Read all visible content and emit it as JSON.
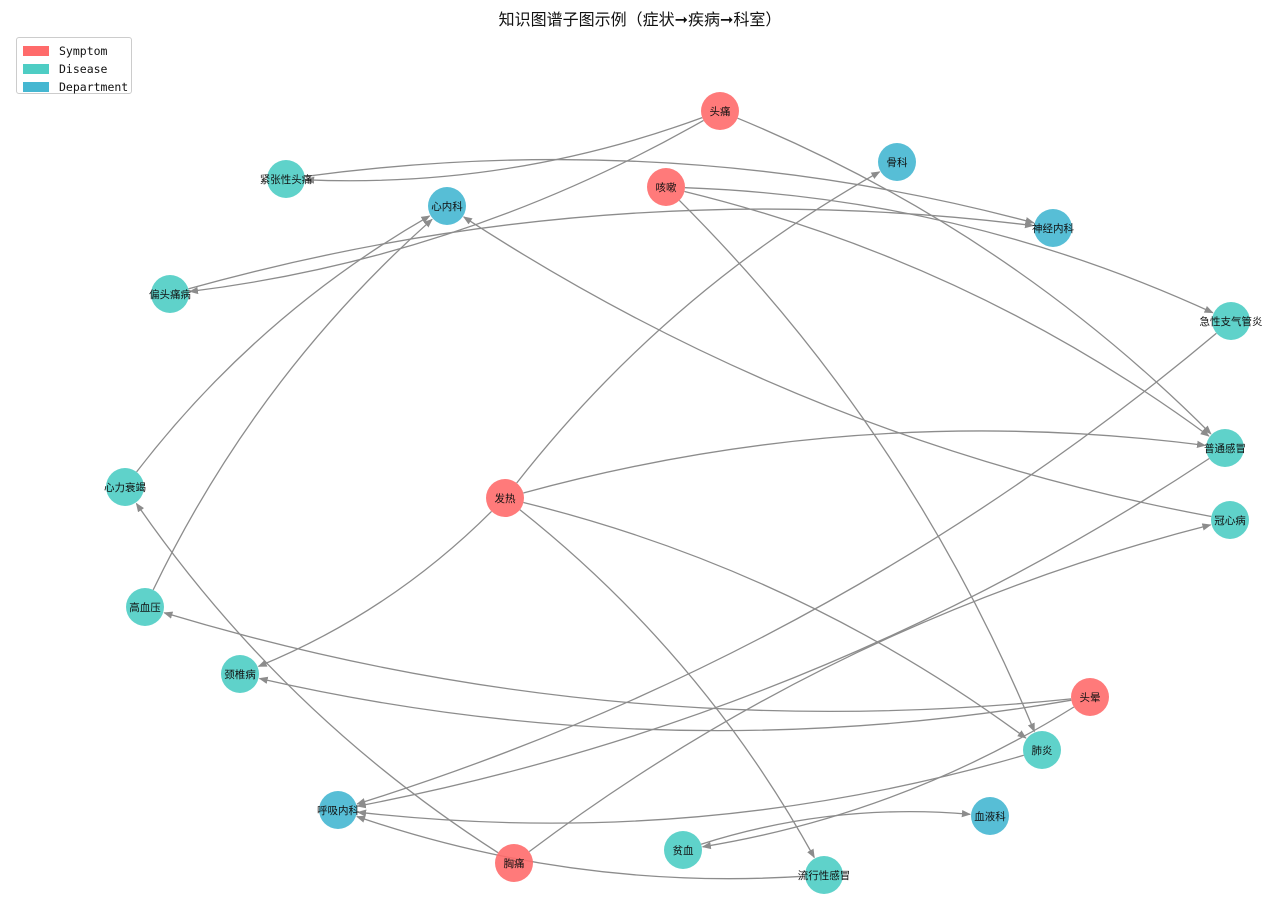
{
  "title": "知识图谱子图示例（症状➞疾病➞科室）",
  "colors": {
    "Symptom": "#FF6B6B",
    "Disease": "#4ECDC4",
    "Department": "#45B7D1",
    "edge": "#8c8c8c"
  },
  "legend": [
    {
      "label": "Symptom",
      "type": "Symptom"
    },
    {
      "label": "Disease",
      "type": "Disease"
    },
    {
      "label": "Department",
      "type": "Department"
    }
  ],
  "nodes": [
    {
      "id": "头痛",
      "type": "Symptom"
    },
    {
      "id": "咳嗽",
      "type": "Symptom"
    },
    {
      "id": "发热",
      "type": "Symptom"
    },
    {
      "id": "头晕",
      "type": "Symptom"
    },
    {
      "id": "胸痛",
      "type": "Symptom"
    },
    {
      "id": "紧张性头痛",
      "type": "Disease"
    },
    {
      "id": "偏头痛病",
      "type": "Disease"
    },
    {
      "id": "心力衰竭",
      "type": "Disease"
    },
    {
      "id": "高血压",
      "type": "Disease"
    },
    {
      "id": "颈椎病",
      "type": "Disease"
    },
    {
      "id": "肺炎",
      "type": "Disease"
    },
    {
      "id": "贫血",
      "type": "Disease"
    },
    {
      "id": "流行性感冒",
      "type": "Disease"
    },
    {
      "id": "急性支气管炎",
      "type": "Disease"
    },
    {
      "id": "普通感冒",
      "type": "Disease"
    },
    {
      "id": "冠心病",
      "type": "Disease"
    },
    {
      "id": "心内科",
      "type": "Department"
    },
    {
      "id": "骨科",
      "type": "Department"
    },
    {
      "id": "神经内科",
      "type": "Department"
    },
    {
      "id": "呼吸内科",
      "type": "Department"
    },
    {
      "id": "血液科",
      "type": "Department"
    }
  ],
  "edges": [
    [
      "头痛",
      "紧张性头痛"
    ],
    [
      "头痛",
      "偏头痛病"
    ],
    [
      "头痛",
      "普通感冒"
    ],
    [
      "咳嗽",
      "急性支气管炎"
    ],
    [
      "咳嗽",
      "普通感冒"
    ],
    [
      "咳嗽",
      "肺炎"
    ],
    [
      "发热",
      "骨科"
    ],
    [
      "发热",
      "普通感冒"
    ],
    [
      "发热",
      "颈椎病"
    ],
    [
      "发热",
      "肺炎"
    ],
    [
      "发热",
      "流行性感冒"
    ],
    [
      "头晕",
      "高血压"
    ],
    [
      "头晕",
      "颈椎病"
    ],
    [
      "头晕",
      "贫血"
    ],
    [
      "胸痛",
      "心力衰竭"
    ],
    [
      "胸痛",
      "冠心病"
    ],
    [
      "紧张性头痛",
      "神经内科"
    ],
    [
      "偏头痛病",
      "神经内科"
    ],
    [
      "心力衰竭",
      "心内科"
    ],
    [
      "高血压",
      "心内科"
    ],
    [
      "冠心病",
      "心内科"
    ],
    [
      "急性支气管炎",
      "呼吸内科"
    ],
    [
      "普通感冒",
      "呼吸内科"
    ],
    [
      "肺炎",
      "呼吸内科"
    ],
    [
      "流行性感冒",
      "呼吸内科"
    ],
    [
      "贫血",
      "血液科"
    ]
  ]
}
